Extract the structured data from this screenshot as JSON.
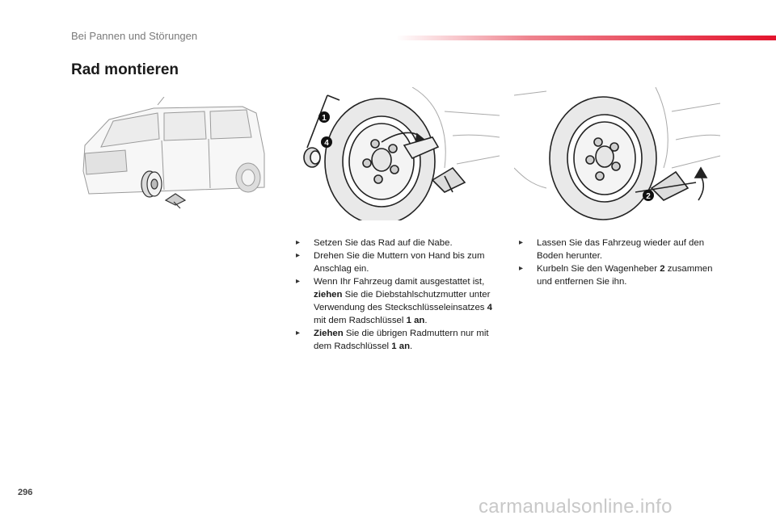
{
  "header": {
    "section_title": "Bei Pannen und Störungen",
    "accent_color": "#e3142d"
  },
  "page": {
    "heading": "Rad montieren",
    "number": "296"
  },
  "figures": {
    "wheel_callouts": [
      "1",
      "4"
    ],
    "jack_callouts": [
      "2"
    ]
  },
  "left_steps": [
    {
      "text": "Setzen Sie das Rad auf die Nabe."
    },
    {
      "text": "Drehen Sie die Muttern von Hand bis zum Anschlag ein."
    },
    {
      "p1": "Wenn Ihr Fahrzeug damit ausgestattet ist, ",
      "b1": "ziehen",
      "p2": " Sie die Diebstahlschutzmutter unter Verwendung des Steckschlüsseleinsatzes ",
      "b2": "4",
      "p3": " mit dem Radschlüssel ",
      "b3": "1 an",
      "p4": "."
    },
    {
      "b1": "Ziehen",
      "p1": " Sie die übrigen Radmuttern nur mit dem Radschlüssel ",
      "b2": "1 an",
      "p2": "."
    }
  ],
  "right_steps": [
    {
      "text": "Lassen Sie das Fahrzeug wieder auf den Boden herunter."
    },
    {
      "p1": "Kurbeln Sie den Wagenheber ",
      "b1": "2",
      "p2": " zusammen und entfernen Sie ihn."
    }
  ],
  "watermark": "carmanualsonline.info"
}
